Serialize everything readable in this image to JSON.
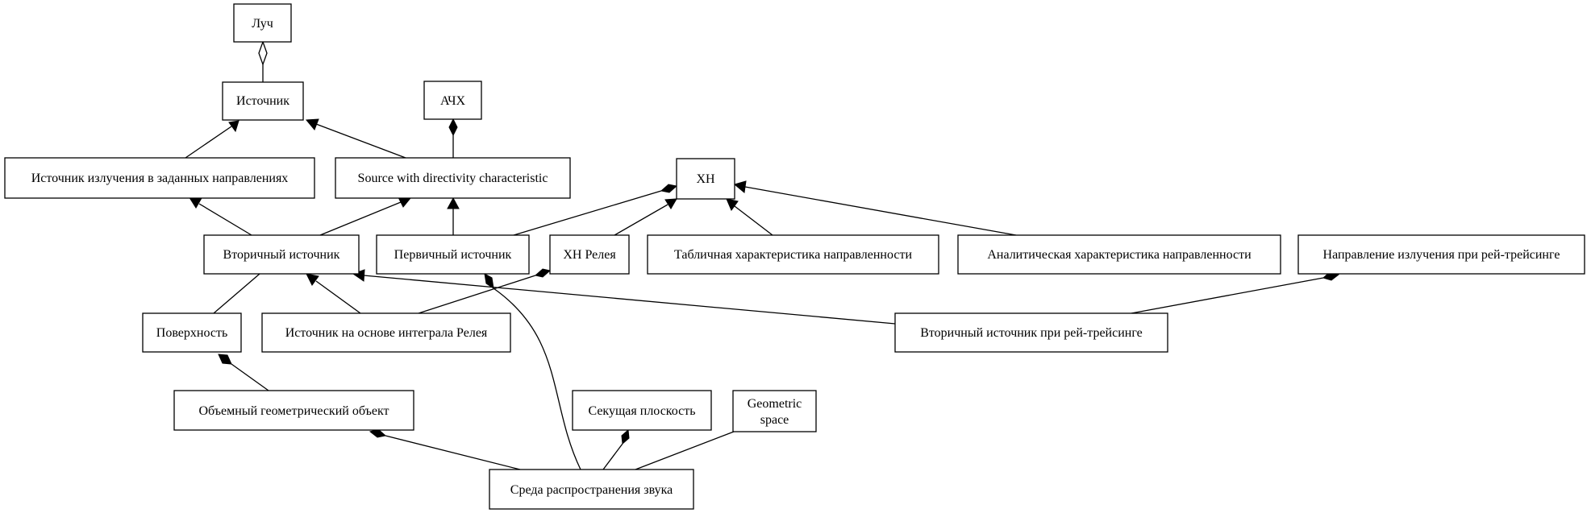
{
  "nodes": {
    "luch": "Луч",
    "istochnik": "Источник",
    "achh": "АЧХ",
    "istochnik_izl": "Источник излучения в заданных направлениях",
    "source_dir": "Source with directivity characteristic",
    "xn": "ХН",
    "vtorichny": "Вторичный источник",
    "pervichny": "Первичный источник",
    "xn_releya": "ХН Релея",
    "tablichnaya": "Табличная характеристика направленности",
    "analiticheskaya": "Аналитическая характеристика направленности",
    "napravlenie": "Направление излучения при рей-трейсинге",
    "poverhnost": "Поверхность",
    "integral_releya": "Источник на основе интеграла Релея",
    "vtorichny_rt": "Вторичный источник при рей-трейсинге",
    "obemny": "Объемный геометрический объект",
    "sekushaya": "Секущая плоскость",
    "geometric_l1": "Geometric",
    "geometric_l2": "space",
    "sreda": "Среда распространения звука"
  }
}
